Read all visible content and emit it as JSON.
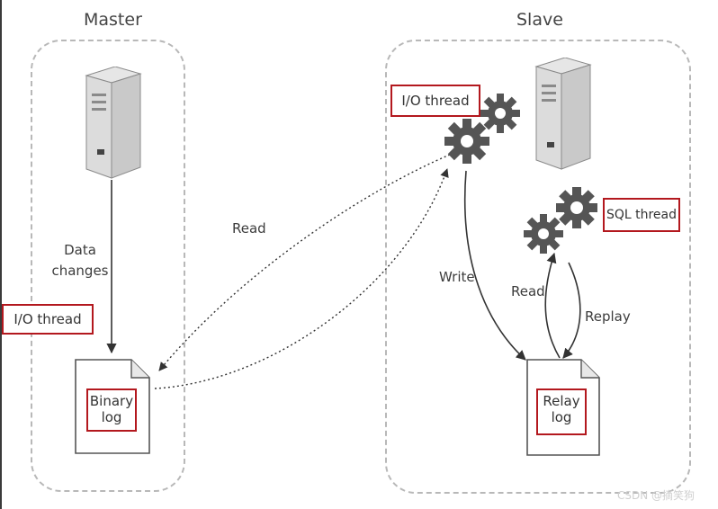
{
  "master": {
    "title": "Master",
    "data_changes": [
      "Data",
      "changes"
    ],
    "io_thread": "I/O thread",
    "binary_log": [
      "Binary",
      "log"
    ]
  },
  "slave": {
    "title": "Slave",
    "io_thread": "I/O thread",
    "sql_thread": "SQL thread",
    "relay_log": [
      "Relay",
      "log"
    ],
    "write": "Write",
    "read": "Read",
    "replay": "Replay"
  },
  "read_label": "Read",
  "watermark": "CSDN @摘笑狗",
  "colors": {
    "accent": "#b3181e",
    "line": "#333333",
    "gear": "#555555"
  }
}
